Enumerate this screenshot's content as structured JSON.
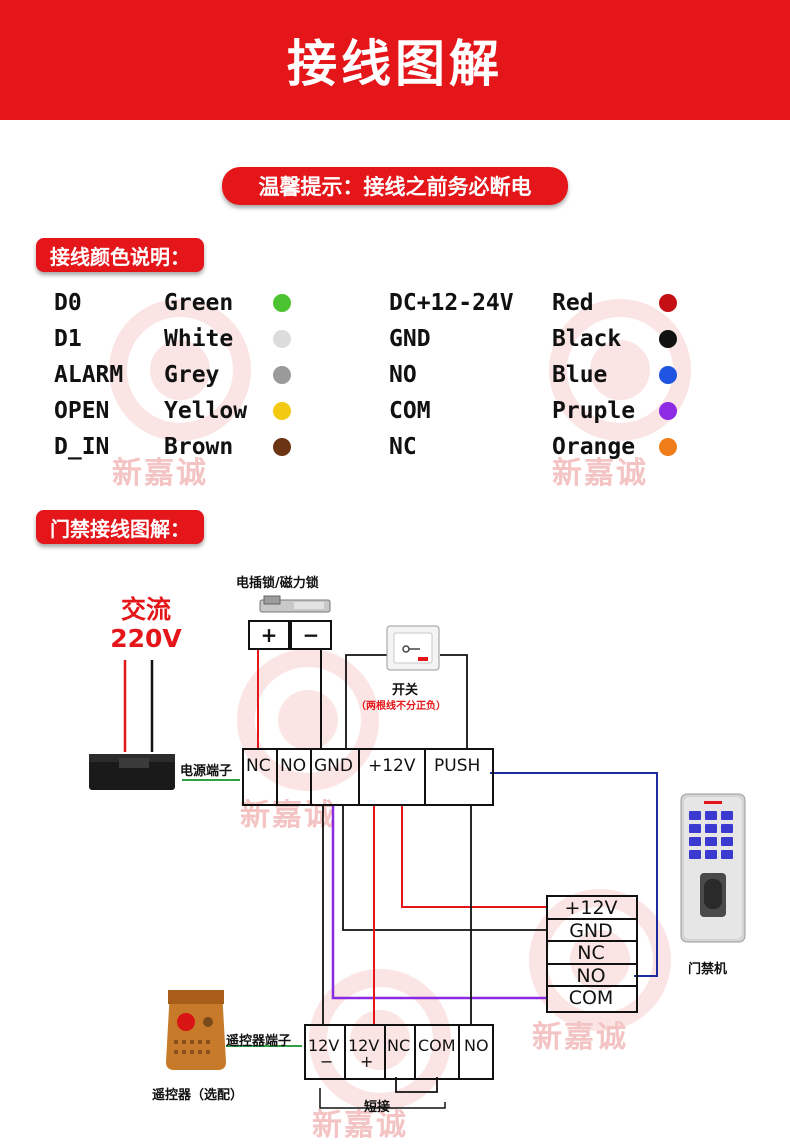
{
  "header": {
    "title": "接线图解"
  },
  "warning": {
    "text": "温馨提示：接线之前务必断电"
  },
  "sections": {
    "color_legend_title": "接线颜色说明：",
    "wiring_title": "门禁接线图解："
  },
  "legend_left": [
    {
      "pin": "D0",
      "color_name": "Green",
      "color": "#4cc431"
    },
    {
      "pin": "D1",
      "color_name": "White",
      "color": "#dcdcdc"
    },
    {
      "pin": "ALARM",
      "color_name": "Grey",
      "color": "#9a9a9a"
    },
    {
      "pin": "OPEN",
      "color_name": "Yellow",
      "color": "#f3c911"
    },
    {
      "pin": "D_IN",
      "color_name": "Brown",
      "color": "#6b3413"
    }
  ],
  "legend_right": [
    {
      "pin": "DC+12-24V",
      "color_name": "Red",
      "color": "#c40f14"
    },
    {
      "pin": "GND",
      "color_name": "Black",
      "color": "#111111"
    },
    {
      "pin": "NO",
      "color_name": "Blue",
      "color": "#1f55e0"
    },
    {
      "pin": "COM",
      "color_name": "Pruple",
      "color": "#8d2ce4"
    },
    {
      "pin": "NC",
      "color_name": "Orange",
      "color": "#f07d1a"
    }
  ],
  "watermark": "新嘉诚",
  "diagram": {
    "ac_label_1": "交流",
    "ac_label_2": "220V",
    "lock_label": "电插锁/磁力锁",
    "lock_plus": "+",
    "lock_minus": "−",
    "switch_label": "开关",
    "switch_note": "（两根线不分正负）",
    "power_terminal_label": "电源端子",
    "power_terminals": [
      "NC",
      "NO",
      "GND",
      "+12V",
      "PUSH"
    ],
    "controller_terminals": [
      "+12V",
      "GND",
      "NC",
      "NO",
      "COM"
    ],
    "controller_label": "门禁机",
    "remote_terminal_label": "遥控器端子",
    "remote_terminals": [
      "12V",
      "12V",
      "NC",
      "COM",
      "NO"
    ],
    "remote_terminal_marks": [
      "−",
      "+"
    ],
    "remote_label": "遥控器（选配）",
    "short_label": "短接"
  },
  "wire_colors": {
    "red": "#e4161a",
    "blue": "#1d2c9c",
    "purple": "#8a2be2",
    "green": "#2ea043",
    "black": "#111111"
  }
}
